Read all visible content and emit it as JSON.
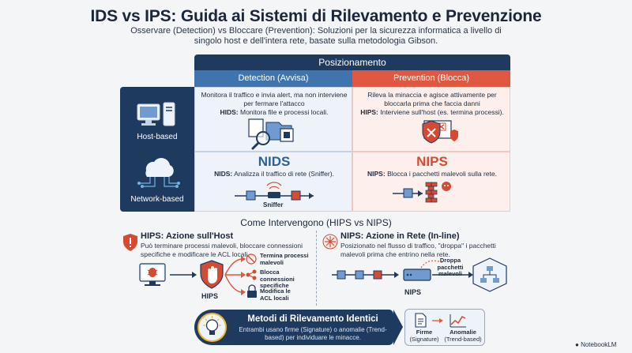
{
  "title": "IDS vs IPS: Guida ai Sistemi di Rilevamento e Prevenzione",
  "subtitle": "Osservare (Detection) vs Bloccare (Prevention): Soluzioni per la sicurezza informatica a livello di singolo host e dell'intera rete, basate sulla metodologia Gibson.",
  "matrix": {
    "header": "Posizionamento",
    "col_detection": "Detection (Avvisa)",
    "col_prevention": "Prevention (Blocca)",
    "row_host": "Host-based",
    "row_network": "Network-based",
    "det_desc": "Monitora il traffico e invia alert, ma non interviene per fermare l'attacco",
    "hids_label": "HIDS:",
    "hids_desc": "Monitora file e processi locali.",
    "prev_desc": "Rileva la minaccia e agisce attivamente per bloccarla prima che faccia danni",
    "hips_label": "HIPS:",
    "hips_desc": "Interviene sull'host (es. termina processi).",
    "nids_big": "NIDS",
    "nids_label": "NIDS:",
    "nids_desc": "Analizza il traffico di rete (Sniffer).",
    "sniffer": "Sniffer",
    "nips_big": "NIPS",
    "nips_label": "NIPS:",
    "nips_desc": "Blocca i pacchetti malevoli sulla rete."
  },
  "section2": {
    "title": "Come Intervengono (HIPS vs NIPS)",
    "hips_title": "HIPS: Azione sull'Host",
    "hips_text": "Può terminare processi malevoli, bloccare connessioni specifiche e modificare le ACL locali.",
    "hips_center": "HIPS",
    "action1": "Termina processi malevoli",
    "action2": "Blocca connessioni specifiche",
    "action3": "Modifica le ACL locali",
    "nips_title": "NIPS: Azione in Rete (In-line)",
    "nips_text": "Posizionato nel flusso di traffico, \"droppa\" i pacchetti malevoli prima che entrino nella rete.",
    "nips_center": "NIPS",
    "drop_label": "Droppa pacchetti malevoli"
  },
  "banner": {
    "title": "Metodi di Rilevamento Identici",
    "text": "Entrambi usano firme (Signature) o anomalie (Trend-based) per individuare le minacce.",
    "firme": "Firme",
    "firme_sub": "(Signature)",
    "anomalie": "Anomalie",
    "anomalie_sub": "(Trend-based)"
  },
  "brand": "NotebookLM",
  "colors": {
    "navy": "#1f3a5f",
    "blue": "#3f74ad",
    "red": "#e0583f",
    "accent_yellow": "#f0b830"
  }
}
